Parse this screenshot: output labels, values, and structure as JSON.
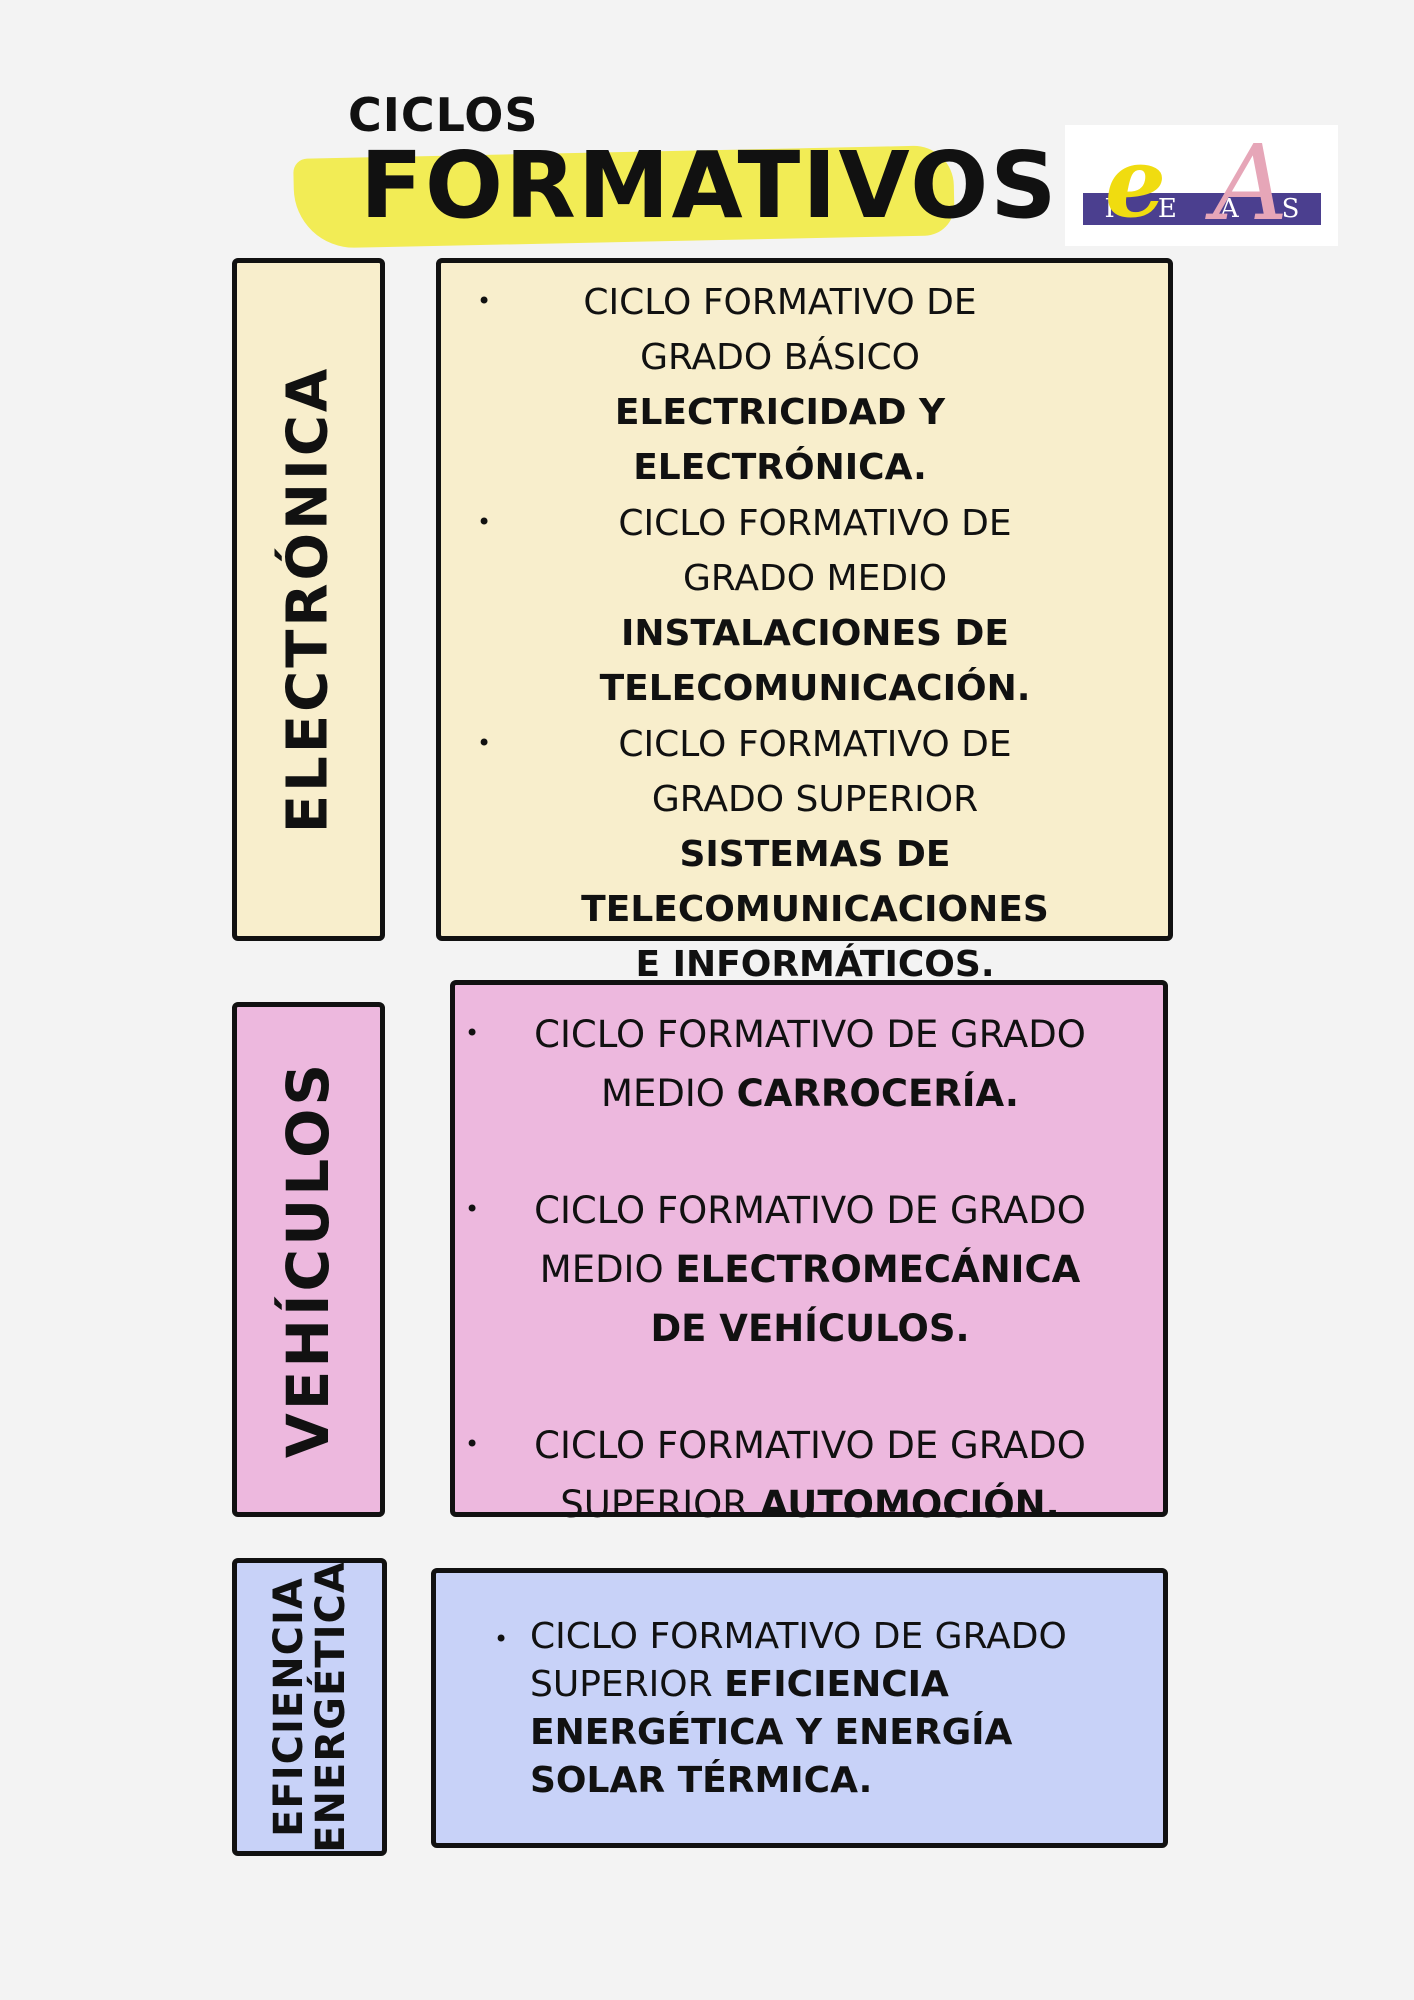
{
  "title": {
    "line1": "CICLOS",
    "line2": "FORMATIVOS"
  },
  "logo": {
    "mark_e": "e",
    "mark_a": "A",
    "letters": [
      "I",
      "E",
      "A",
      "S"
    ]
  },
  "colors": {
    "background": "#f3f3f3",
    "highlight": "#f2ec55",
    "electronica": "#f8eecc",
    "vehiculos": "#edb8de",
    "eficiencia": "#c8d2f8",
    "border": "#111111"
  },
  "sections": [
    {
      "label": "ELECTRÓNICA",
      "items": [
        {
          "bullet": "•",
          "prefix": "CICLO FORMATIVO DE GRADO BÁSICO",
          "name": "ELECTRICIDAD Y ELECTRÓNICA."
        },
        {
          "bullet": "•",
          "prefix": "CICLO FORMATIVO DE GRADO MEDIO",
          "name": "INSTALACIONES DE TELECOMUNICACIÓN."
        },
        {
          "bullet": "•",
          "prefix": "CICLO FORMATIVO DE GRADO SUPERIOR",
          "name": "SISTEMAS DE TELECOMUNICACIONES E INFORMÁTICOS."
        }
      ]
    },
    {
      "label": "VEHÍCULOS",
      "items": [
        {
          "bullet": "•",
          "prefix": "CICLO FORMATIVO DE GRADO MEDIO",
          "name": "CARROCERÍA."
        },
        {
          "bullet": "•",
          "prefix": "CICLO FORMATIVO DE GRADO MEDIO",
          "name": "ELECTROMECÁNICA DE VEHÍCULOS."
        },
        {
          "bullet": "•",
          "prefix": "CICLO FORMATIVO DE GRADO SUPERIOR",
          "name": "AUTOMOCIÓN."
        }
      ]
    },
    {
      "label_line1": "EFICIENCIA",
      "label_line2": "ENERGÉTICA",
      "items": [
        {
          "bullet": "•",
          "prefix": "CICLO FORMATIVO DE GRADO SUPERIOR",
          "name": "EFICIENCIA ENERGÉTICA Y ENERGÍA SOLAR TÉRMICA."
        }
      ]
    }
  ]
}
